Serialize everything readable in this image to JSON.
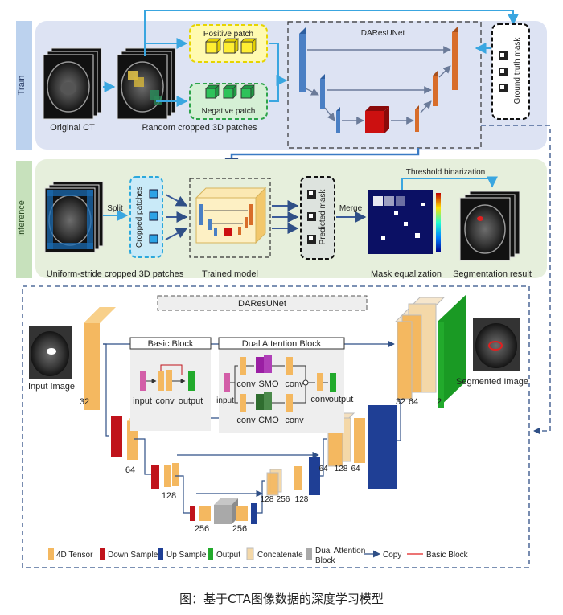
{
  "train": {
    "side_label": "Train",
    "original_ct": "Original CT",
    "random_patches": "Random cropped 3D patches",
    "positive_patch": "Positive patch",
    "negative_patch": "Negative patch",
    "daresunet": "DAResUNet",
    "ground_truth_mask": "Ground truth mask"
  },
  "inference": {
    "side_label": "Inference",
    "split": "Split",
    "cropped_patches": "Cropped patches",
    "trained_model": "Trained model",
    "predicted_mask": "Predicted mask",
    "merge": "Merge",
    "threshold_binarization": "Threshold binarization",
    "uniform_stride": "Uniform-stride cropped 3D patches",
    "mask_equalization": "Mask equalization",
    "segmentation_result": "Segmentation result"
  },
  "network": {
    "title": "DAResUNet",
    "input_image": "Input Image",
    "segmented_image": "Segmented Image",
    "basic_block": {
      "title": "Basic Block",
      "input": "input",
      "conv": "conv",
      "output": "output"
    },
    "dual_attention_block": {
      "title": "Dual Attention Block",
      "input": "input",
      "conv1": "conv",
      "smo": "SMO",
      "conv2": "conv",
      "conv3": "conv",
      "output": "output",
      "conv4": "conv",
      "cmo": "CMO",
      "conv5": "conv"
    },
    "channels": {
      "c32": "32",
      "c64": "64",
      "c128": "128",
      "c256a": "256",
      "c256b": "256",
      "c128_256": "128",
      "c256_right": "256",
      "c128_right": "128",
      "c64_128": "64",
      "c128_r": "128",
      "c64_right": "64",
      "c32_64_a": "32",
      "c32_64_b": "64",
      "c2": "2"
    }
  },
  "legend": {
    "tensor": "4D Tensor",
    "down": "Down Sample",
    "up": "Up Sample",
    "output": "Output",
    "concat": "Concatenate",
    "dual": "Dual Attention",
    "dual2": "Block",
    "copy": "Copy",
    "basic": "Basic Block"
  },
  "caption": "图：基于CTA图像数据的深度学习模型",
  "colors": {
    "train_bg": "#dde3f3",
    "inference_bg": "#e6efdc",
    "tensor": "#f4b860",
    "down": "#c0131b",
    "up": "#1f3f95",
    "output": "#22aa2c",
    "encoder_blue": "#4a7fc4",
    "decoder_orange": "#d86d2a",
    "bottleneck_red": "#cc1010",
    "arrow_blue": "#3aa6e0",
    "smo": "#9a1fa3",
    "cmo": "#3a7f3a"
  }
}
